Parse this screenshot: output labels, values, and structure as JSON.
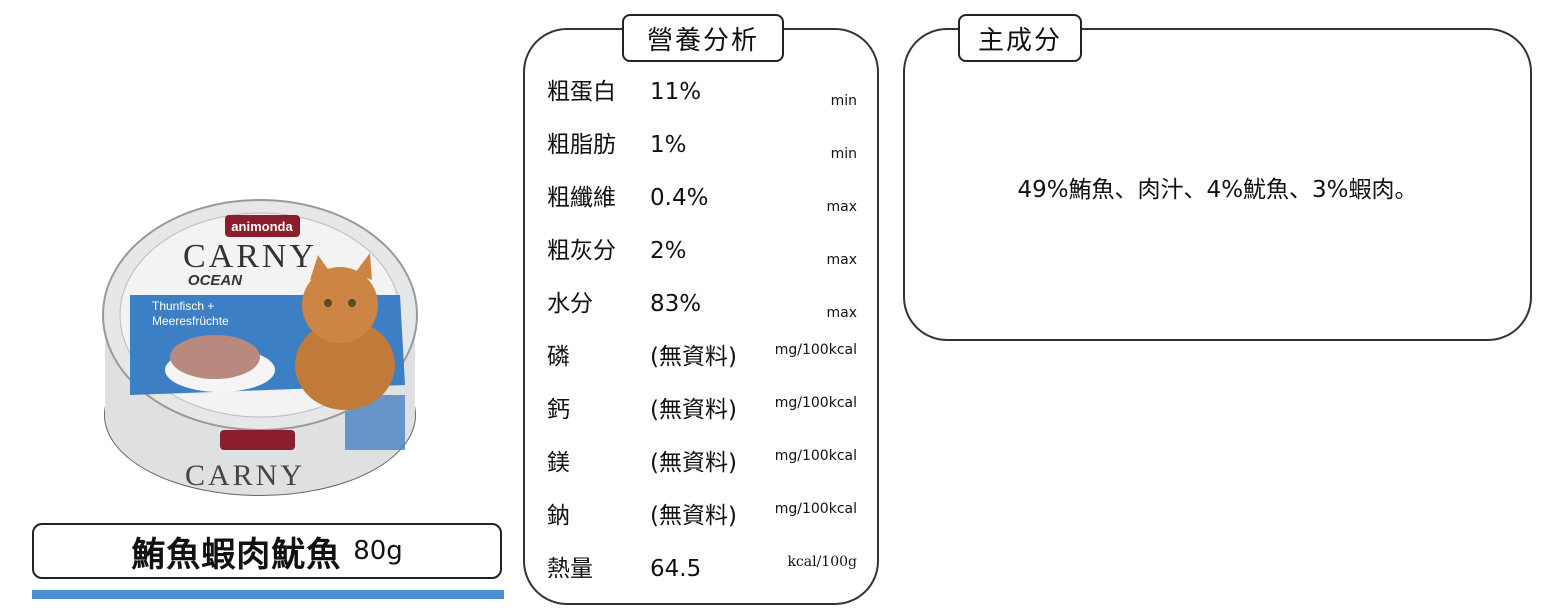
{
  "product": {
    "name": "鮪魚蝦肉魷魚",
    "weight": "80g",
    "can_brand": "animonda",
    "can_logo": "CARNY",
    "can_line": "OCEAN",
    "can_flavor_line1": "Thunfisch +",
    "can_flavor_line2": "Meeresfrüchte",
    "accent_color": "#4a8ed4"
  },
  "nutrition": {
    "title": "營養分析",
    "rows": [
      {
        "label": "粗蛋白",
        "value": "11%",
        "unit": "min"
      },
      {
        "label": "粗脂肪",
        "value": "1%",
        "unit": "min"
      },
      {
        "label": "粗纖維",
        "value": "0.4%",
        "unit": "max"
      },
      {
        "label": "粗灰分",
        "value": "2%",
        "unit": "max"
      },
      {
        "label": "水分",
        "value": "83%",
        "unit": "max"
      },
      {
        "label": "磷",
        "value": "(無資料)",
        "unit": "mg/100kcal"
      },
      {
        "label": "鈣",
        "value": "(無資料)",
        "unit": "mg/100kcal"
      },
      {
        "label": "鎂",
        "value": "(無資料)",
        "unit": "mg/100kcal"
      },
      {
        "label": "鈉",
        "value": "(無資料)",
        "unit": "mg/100kcal"
      },
      {
        "label": "熱量",
        "value": "64.5",
        "unit": "kcal/100g"
      }
    ]
  },
  "ingredients": {
    "title": "主成分",
    "text": "49%鮪魚、肉汁、4%魷魚、3%蝦肉。"
  }
}
